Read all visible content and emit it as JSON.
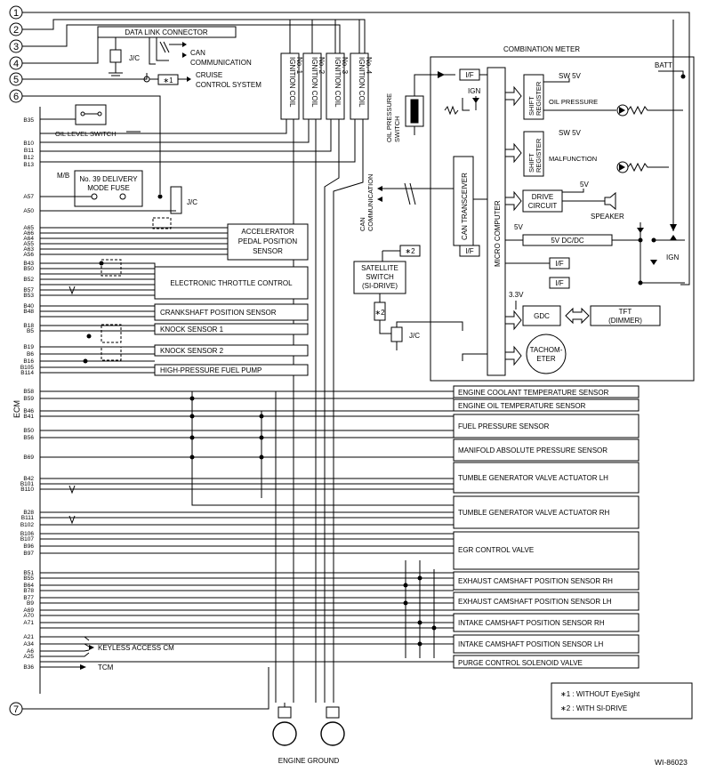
{
  "connectors": [
    "1",
    "2",
    "3",
    "4",
    "5",
    "6",
    "7"
  ],
  "labels": {
    "data_link": "DATA LINK CONNECTOR",
    "jc": "J/C",
    "can_comm": [
      "CAN",
      "COMMUNICATION"
    ],
    "cruise": [
      "CRUISE",
      "CONTROL SYSTEM"
    ],
    "star1": "∗1",
    "star2": "∗2",
    "combination_meter": "COMBINATION METER",
    "oil_level_switch": "OIL LEVEL SWITCH",
    "mb": "M/B",
    "delivery_fuse": [
      "No. 39 DELIVERY",
      "MODE FUSE"
    ],
    "oil_pressure_switch": [
      "OIL PRESSURE",
      "SWITCH"
    ],
    "can_comm_v": [
      "CAN",
      "COMMUNICATION"
    ],
    "can_transceiver": "CAN TRANSCEIVER",
    "micro_computer": "MICRO COMPUTER",
    "if": "I/F",
    "ign": "IGN",
    "batt": "BATT",
    "sw5v": "SW 5V",
    "shift_register": [
      "SHIFT",
      "REGISTER"
    ],
    "oil_pressure": "OIL PRESSURE",
    "malfunction": "MALFUNCTION",
    "drive_circuit": [
      "DRIVE",
      "CIRCUIT"
    ],
    "v5": "5V",
    "speaker": "SPEAKER",
    "dcdc": "5V DC/DC",
    "satellite": [
      "SATELLITE",
      "SWITCH",
      "(SI-DRIVE)"
    ],
    "v33": "3.3V",
    "gdc": "GDC",
    "tft": [
      "TFT",
      "(DIMMER)"
    ],
    "tachometer": [
      "TACHOM-",
      "ETER"
    ],
    "ecm": "ECM",
    "keyless": "KEYLESS ACCESS CM",
    "tcm": "TCM",
    "engine_ground": "ENGINE GROUND",
    "footnote1": "∗1  : WITHOUT EyeSight",
    "footnote2": "∗2  : WITH SI-DRIVE",
    "code": "WI-86023"
  },
  "ignition_coils": [
    [
      "IGNITION COIL",
      "No. 1"
    ],
    [
      "IGNITION COIL",
      "No. 2"
    ],
    [
      "IGNITION COIL",
      "No. 3"
    ],
    [
      "IGNITION COIL",
      "No. 4"
    ]
  ],
  "left_sensors": [
    "ACCELERATOR",
    "PEDAL POSITION",
    "SENSOR",
    "ELECTRONIC THROTTLE CONTROL",
    "CRANKSHAFT POSITION SENSOR",
    "KNOCK SENSOR 1",
    "KNOCK SENSOR 2",
    "HIGH-PRESSURE FUEL PUMP"
  ],
  "right_sensors": [
    "ENGINE COOLANT TEMPERATURE SENSOR",
    "ENGINE OIL TEMPERATURE SENSOR",
    "FUEL PRESSURE SENSOR",
    "MANIFOLD ABSOLUTE PRESSURE SENSOR",
    "TUMBLE GENERATOR VALVE ACTUATOR LH",
    "TUMBLE GENERATOR VALVE ACTUATOR RH",
    "EGR CONTROL VALVE",
    "EXHAUST CAMSHAFT POSITION SENSOR RH",
    "EXHAUST CAMSHAFT POSITION SENSOR LH",
    "INTAKE CAMSHAFT POSITION SENSOR RH",
    "INTAKE CAMSHAFT POSITION SENSOR LH",
    "PURGE CONTROL SOLENOID VALVE"
  ],
  "pins": [
    "B35",
    "B10",
    "B11",
    "B12",
    "B13",
    "A57",
    "A50",
    "A65",
    "A66",
    "A64",
    "A55",
    "A63",
    "A56",
    "B43",
    "B50",
    "B52",
    "B57",
    "B53",
    "B40",
    "B48",
    "B18",
    "B5",
    "B19",
    "B6",
    "B16",
    "B105",
    "B114",
    "B58",
    "B59",
    "B46",
    "B41",
    "B50",
    "B56",
    "B69",
    "B42",
    "B101",
    "B110",
    "B28",
    "B111",
    "B102",
    "B106",
    "B107",
    "B96",
    "B97",
    "B51",
    "B55",
    "B64",
    "B78",
    "B77",
    "B9",
    "A69",
    "A70",
    "A71",
    "A21",
    "A34",
    "A6",
    "A25",
    "B36"
  ]
}
